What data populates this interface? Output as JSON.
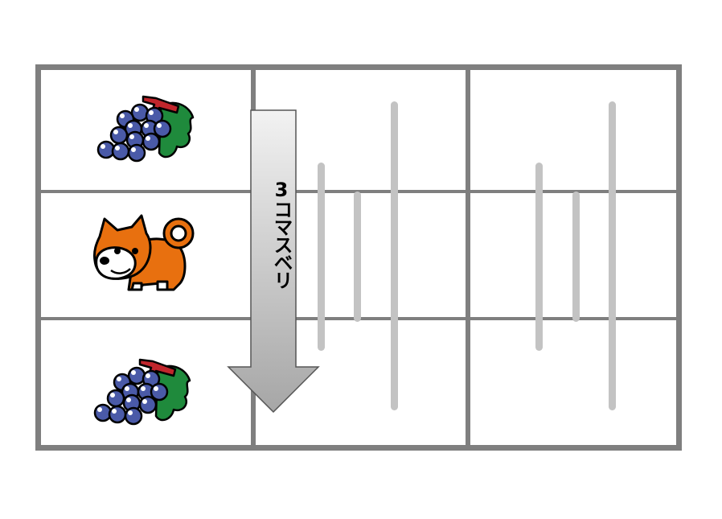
{
  "reels": [
    {
      "column": 1,
      "symbols": [
        {
          "row": 1,
          "name": "grape",
          "icon": "grape-icon"
        },
        {
          "row": 2,
          "name": "shiba-dog",
          "icon": "dog-icon"
        },
        {
          "row": 3,
          "name": "grape",
          "icon": "grape-icon"
        }
      ]
    },
    {
      "column": 2,
      "state": "spinning"
    },
    {
      "column": 3,
      "state": "spinning"
    }
  ],
  "arrow": {
    "label": "3コマスベリ",
    "direction": "down"
  },
  "colors": {
    "frame": "#7f7f7f",
    "blur": "#c3c3c3",
    "grape": "#4a5aa8",
    "leaf": "#1f8a3c",
    "stem": "#c0262c",
    "dog": "#e8700f",
    "arrow_top": "#f2f2f2",
    "arrow_bottom": "#a6a6a6"
  }
}
